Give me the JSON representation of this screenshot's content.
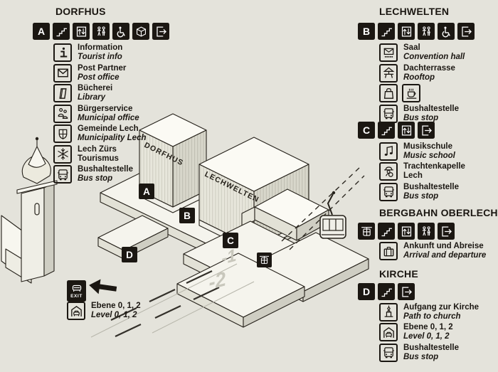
{
  "colors": {
    "background": "#e4e3db",
    "ink": "#1b1712",
    "tile_glyph": "#ffffff",
    "muted": "#c8c7bc",
    "face_top": "#f7f6ef",
    "face_light": "#e2e1d6",
    "face_dark": "#cfcec3"
  },
  "letters": {
    "a": "A",
    "b": "B",
    "c": "C",
    "d": "D"
  },
  "legend_left": {
    "title": "DORFHUS",
    "icon_row": [
      "letter-a",
      "stairs",
      "elevator",
      "wc",
      "accessible",
      "package",
      "exit"
    ],
    "items": [
      {
        "icon": "info",
        "de": "Information",
        "en": "Tourist info"
      },
      {
        "icon": "mail",
        "de": "Post Partner",
        "en": "Post office"
      },
      {
        "icon": "book",
        "de": "Bücherei",
        "en": "Library"
      },
      {
        "icon": "citizens",
        "de": "Bürgerservice",
        "en": "Municipal office"
      },
      {
        "icon": "crest",
        "de": "Gemeinde Lech",
        "en": "Municipality Lech"
      },
      {
        "icon": "snowflake",
        "de": "Lech Zürs",
        "en": "Tourismus"
      },
      {
        "icon": "bus",
        "de": "Bushaltestelle",
        "en": "Bus stop"
      }
    ]
  },
  "legend_right": {
    "lechwelten": {
      "title": "LECHWELTEN",
      "icon_row": [
        "letter-b",
        "stairs",
        "elevator",
        "wc",
        "accessible",
        "exit"
      ],
      "items": [
        {
          "icon": "hall",
          "de": "Saal",
          "en": "Convention hall"
        },
        {
          "icon": "rooftop",
          "de": "Dachterrasse",
          "en": "Rooftop"
        },
        {
          "icons": [
            "bag",
            "coffee"
          ]
        },
        {
          "icon": "bus",
          "de": "Bushaltestelle",
          "en": "Bus stop"
        }
      ]
    },
    "level_c": {
      "icon_row": [
        "letter-c",
        "stairs",
        "elevator",
        "exit"
      ],
      "items": [
        {
          "icon": "music",
          "de": "Musikschule",
          "en": "Music school"
        },
        {
          "icon": "band",
          "de": "Trachtenkapelle",
          "en": "Lech"
        },
        {
          "icon": "bus",
          "de": "Bushaltestelle",
          "en": "Bus stop"
        }
      ]
    },
    "bergbahn": {
      "title": "BERGBAHN OBERLECH",
      "icon_row": [
        "gondola",
        "stairs",
        "elevator",
        "wc",
        "exit"
      ],
      "items": [
        {
          "icon": "suitcase",
          "de": "Ankunft und Abreise",
          "en": "Arrival and departure"
        }
      ]
    },
    "kirche": {
      "title": "KIRCHE",
      "icon_row": [
        "letter-d",
        "stairs",
        "exit"
      ],
      "items": [
        {
          "icon": "church",
          "de": "Aufgang zur Kirche",
          "en": "Path to church"
        },
        {
          "icon": "garage",
          "de": "Ebene 0, 1, 2",
          "en": "Level 0, 1, 2"
        },
        {
          "icon": "bus",
          "de": "Bushaltestelle",
          "en": "Bus stop"
        }
      ]
    }
  },
  "map": {
    "building_labels": {
      "dorfhus": "DORFHUS",
      "lechwelten": "LECHWELTEN"
    },
    "markers": [
      {
        "label": "A"
      },
      {
        "label": "B"
      },
      {
        "label": "C"
      },
      {
        "label": "D"
      }
    ],
    "level_labels": {
      "minus_one": "-1",
      "minus_two": "-2"
    },
    "exit_label": "EXIT",
    "gondola_icon": "gondola",
    "note": {
      "icon": "garage",
      "de": "Ebene 0, 1, 2",
      "en": "Level 0, 1, 2"
    }
  }
}
